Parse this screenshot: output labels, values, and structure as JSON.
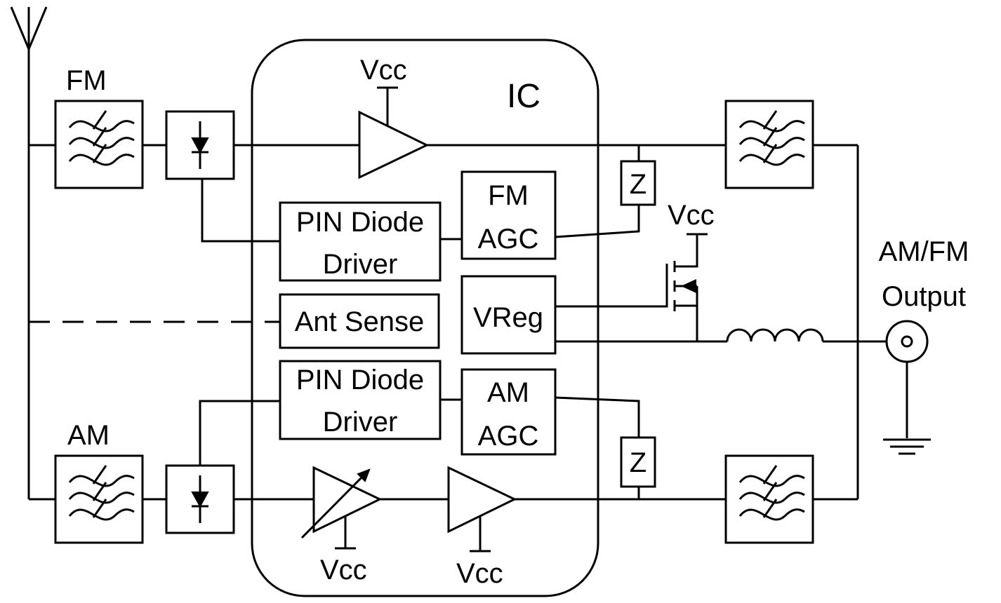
{
  "labels": {
    "fm_filter": "FM",
    "am_filter": "AM",
    "ic": "IC",
    "vcc_top": "Vcc",
    "vcc_mosfet": "Vcc",
    "vcc_var_amp": "Vcc",
    "vcc_am_amp": "Vcc",
    "fm_pin_driver_line1": "PIN Diode",
    "fm_pin_driver_line2": "Driver",
    "am_pin_driver_line1": "PIN Diode",
    "am_pin_driver_line2": "Driver",
    "fm_agc_line1": "FM",
    "fm_agc_line2": "AGC",
    "am_agc_line1": "AM",
    "am_agc_line2": "AGC",
    "ant_sense": "Ant Sense",
    "vreg": "VReg",
    "z_top": "Z",
    "z_bottom": "Z",
    "output_line1": "AM/FM",
    "output_line2": "Output"
  },
  "icons": {
    "antenna": "antenna-icon",
    "filter": "bandpass-filter-icon",
    "pin_diode": "diode-icon",
    "amplifier": "amplifier-icon",
    "variable_amplifier": "variable-gain-amplifier-icon",
    "mosfet": "mosfet-icon",
    "inductor": "inductor-icon",
    "coax_connector": "coax-connector-icon",
    "ground": "ground-icon"
  }
}
